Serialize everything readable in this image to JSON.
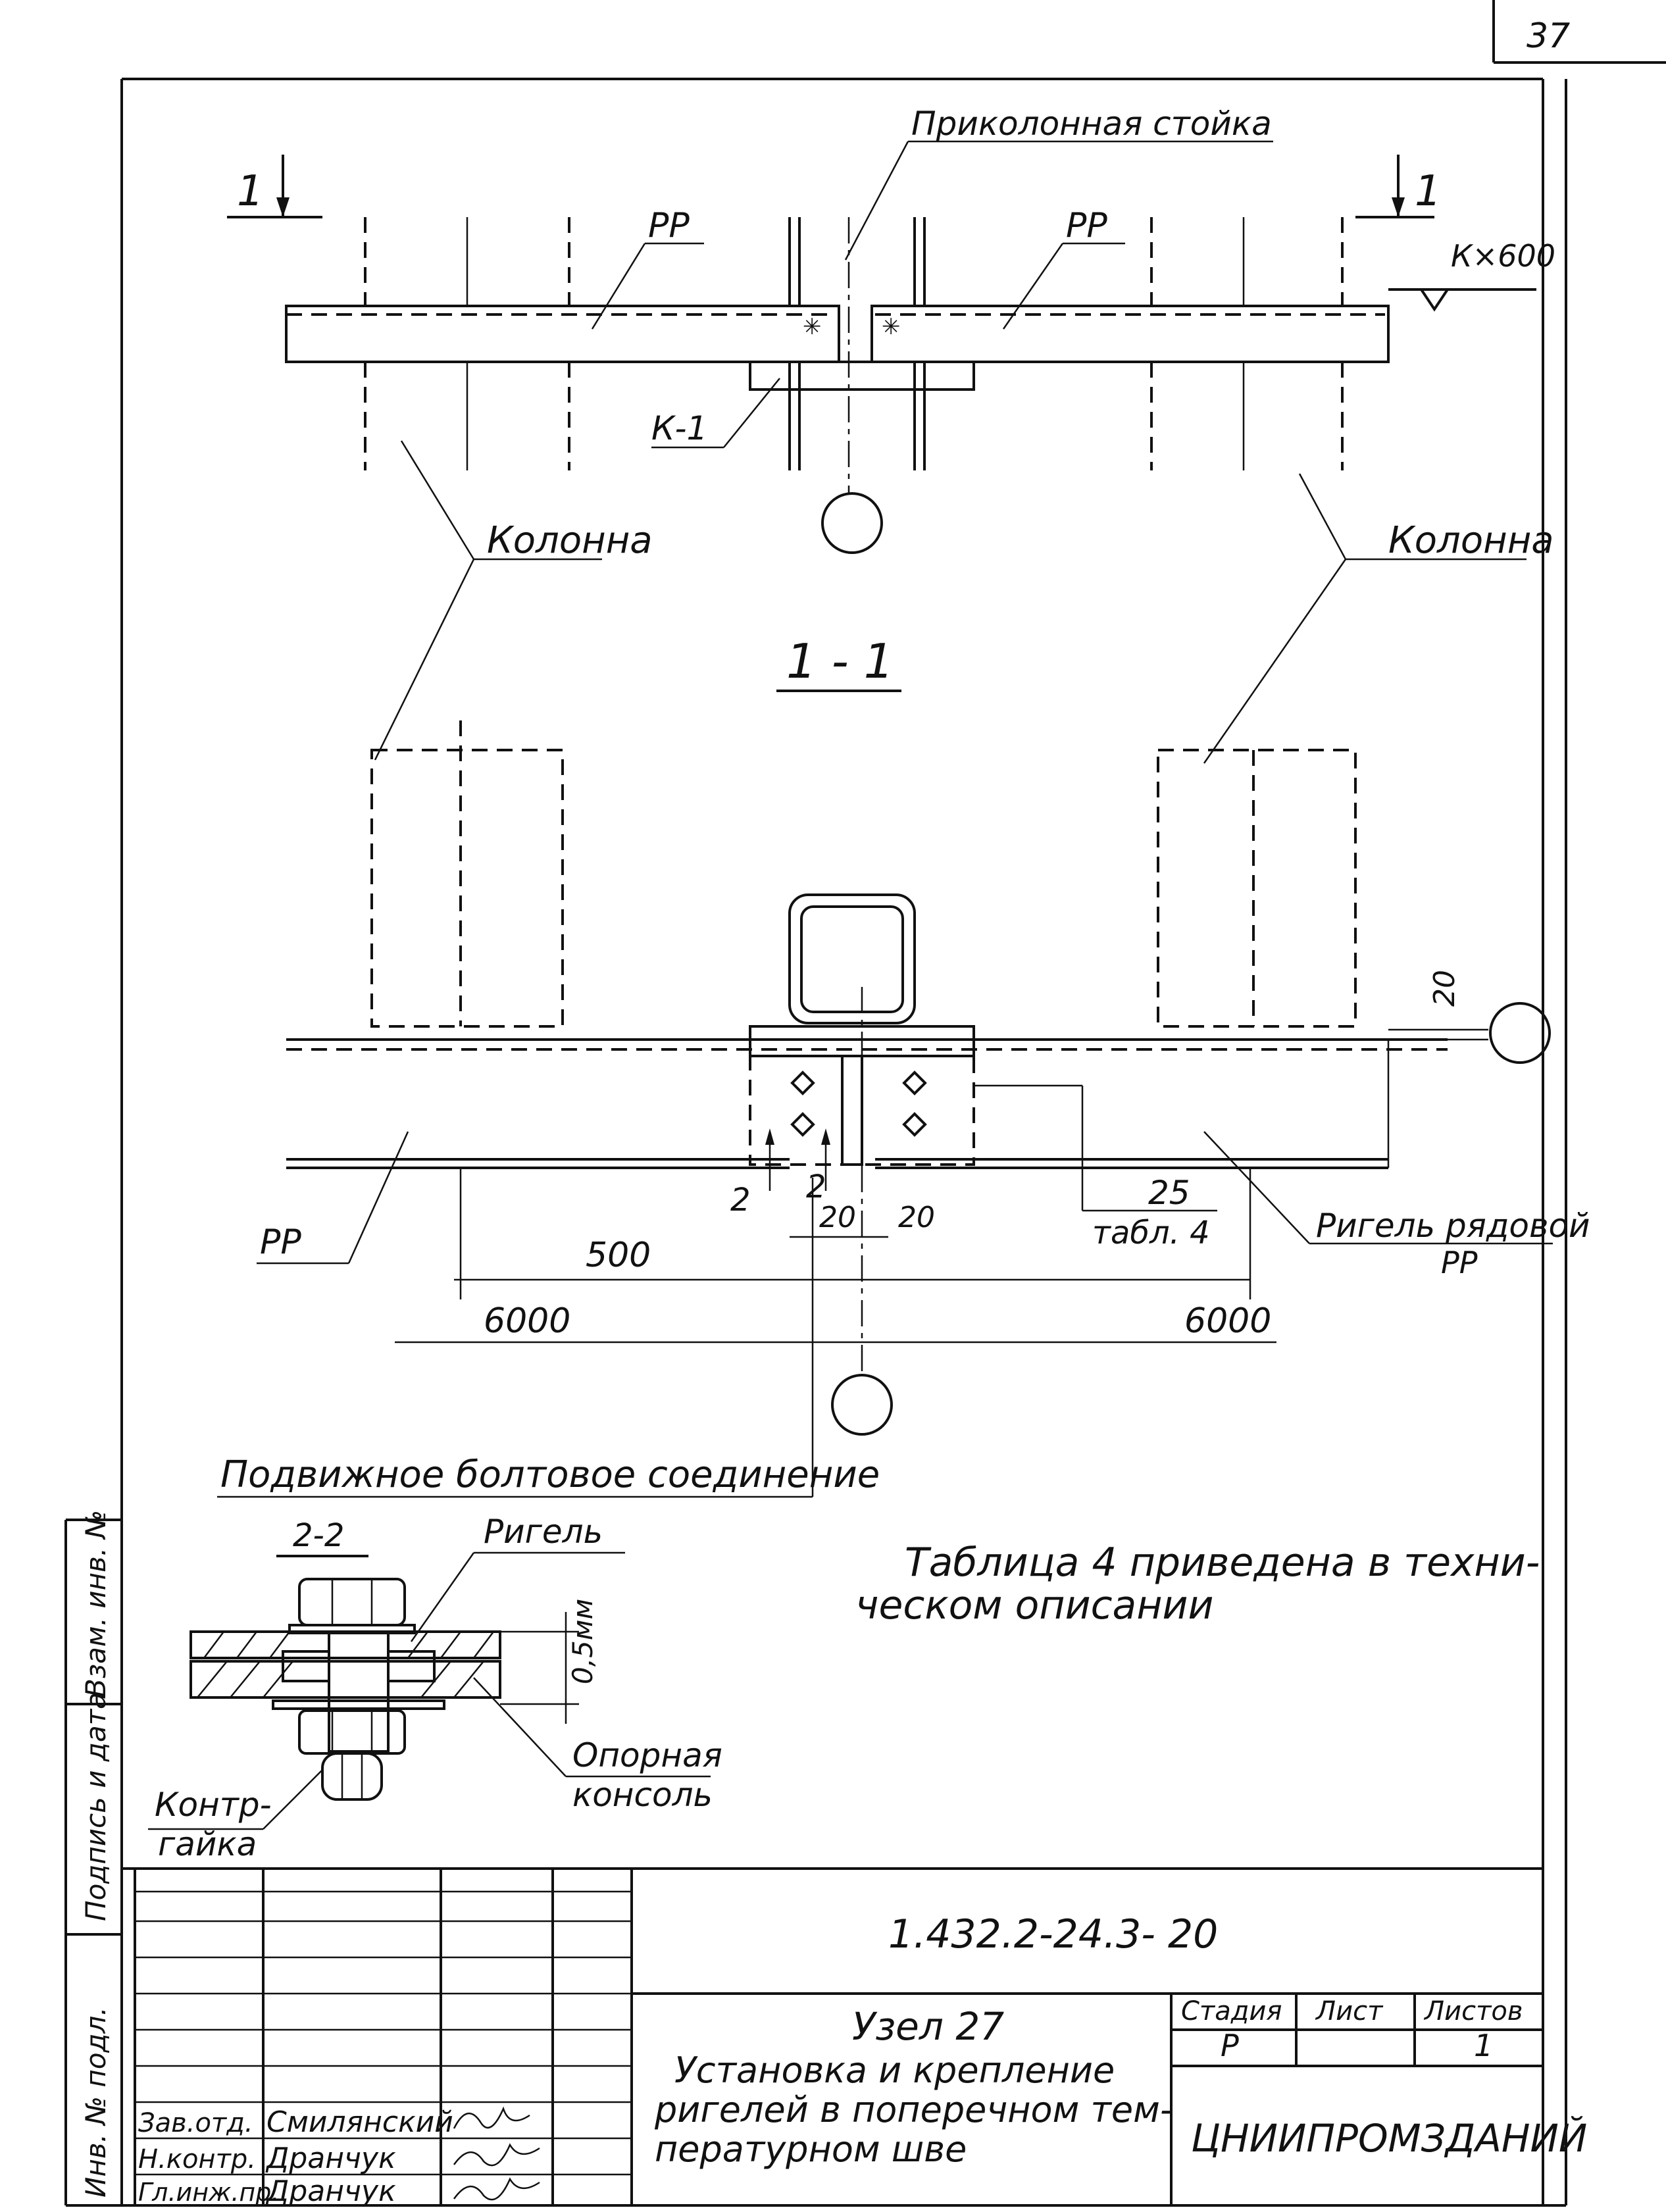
{
  "sheet_number": "37",
  "labels": {
    "prikolonnaya": "Приколонная стойка",
    "section_left": "1",
    "section_right": "1",
    "pp_left": "РР",
    "pp_right": "РР",
    "k600": "К×600",
    "k1": "К-1",
    "kolonna_left": "Колонна",
    "kolonna_right": "Колонна",
    "section_title": "1 - 1",
    "dim_20_vertical": "20",
    "dim_2a": "2",
    "dim_2b": "2",
    "dim_20a": "20",
    "dim_20b": "20",
    "dim_25": "25",
    "tabl4": "табл. 4",
    "rigel_ryadovoy": "Ригель рядовой",
    "rigel_pp": "РР",
    "pp_bottom": "РР",
    "dim_500": "500",
    "dim_6000_left": "6000",
    "dim_6000_right": "6000",
    "podvizhnoe": "Подвижное болтовое соединение",
    "section_22": "2-2",
    "rigel": "Ригель",
    "dim_05mm": "0,5мм",
    "opornaya_1": "Опорная",
    "opornaya_2": "консоль",
    "kontr_1": "Контр-",
    "kontr_2": "гайка",
    "note_1": "Таблица 4 приведена в техни-",
    "note_2": "ческом описании"
  },
  "side_stamp": {
    "inv_podl": "Инв. № подл.",
    "podpis_data": "Подпись и дата",
    "vzam_inv": "Взам. инв. №"
  },
  "title_block": {
    "doc_code": "1.432.2-24.3- 20",
    "uzel": "Узел 27",
    "desc_1": "Установка и крепление",
    "desc_2": "ригелей в поперечном тем-",
    "desc_3": "пературном шве",
    "stadia_h": "Стадия",
    "list_h": "Лист",
    "listov_h": "Листов",
    "stadia_v": "Р",
    "listov_v": "1",
    "org": "ЦНИИПРОМЗДАНИЙ",
    "role_1": "Зав.отд.",
    "name_1": "Смилянский",
    "role_2": "Н.контр.",
    "name_2": "Дранчук",
    "role_3": "Гл.инж.пр.",
    "name_3": "Дранчук"
  }
}
